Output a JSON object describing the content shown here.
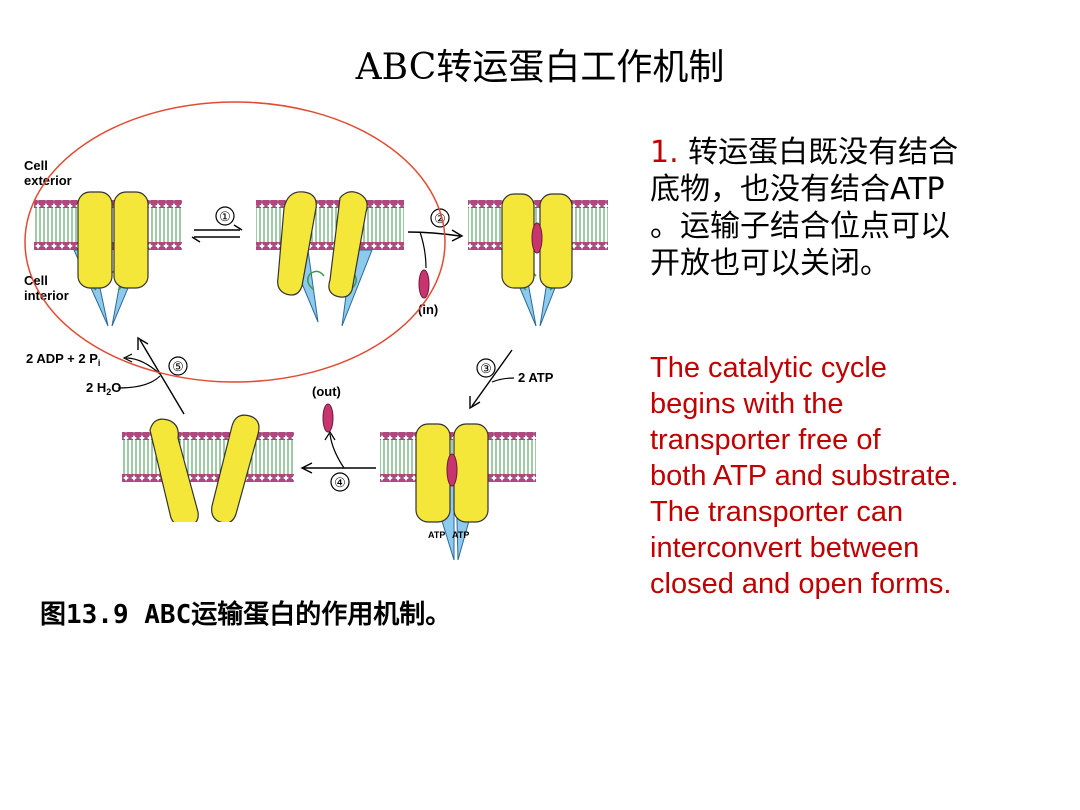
{
  "title": "ABC转运蛋白工作机制",
  "figure": {
    "labels": {
      "cell_exterior_1": "Cell",
      "cell_exterior_2": "exterior",
      "cell_interior_1": "Cell",
      "cell_interior_2": "interior",
      "in": "(in)",
      "out": "(out)",
      "adp": "2 ADP + 2 P",
      "adp_sub": "i",
      "h2o": "2 H",
      "h2o_sub": "2",
      "h2o_o": "O",
      "atp": "2 ATP",
      "atp_left": "ATP",
      "atp_right": "ATP"
    },
    "steps": [
      "①",
      "②",
      "③",
      "④",
      "⑤"
    ],
    "colors": {
      "transporter": "#f5e63a",
      "nbd": "#8ec9ee",
      "lipid_head": "#b4457f",
      "lipid_tail": "#3e9a4a",
      "substrate": "#c8356e",
      "highlight_ellipse": "#e24a33"
    }
  },
  "caption": "图13.9 ABC运输蛋白的作用机制。",
  "point": {
    "number": "1.",
    "text_lines": [
      "转运蛋白既没有结合",
      "底物，也没有结合ATP",
      "。运输子结合位点可以",
      "开放也可以关闭。"
    ]
  },
  "english": {
    "lines": [
      "The catalytic cycle",
      "begins with the",
      "transporter free of",
      "both ATP and substrate.",
      "The transporter can",
      "interconvert between",
      "closed and open forms."
    ]
  }
}
